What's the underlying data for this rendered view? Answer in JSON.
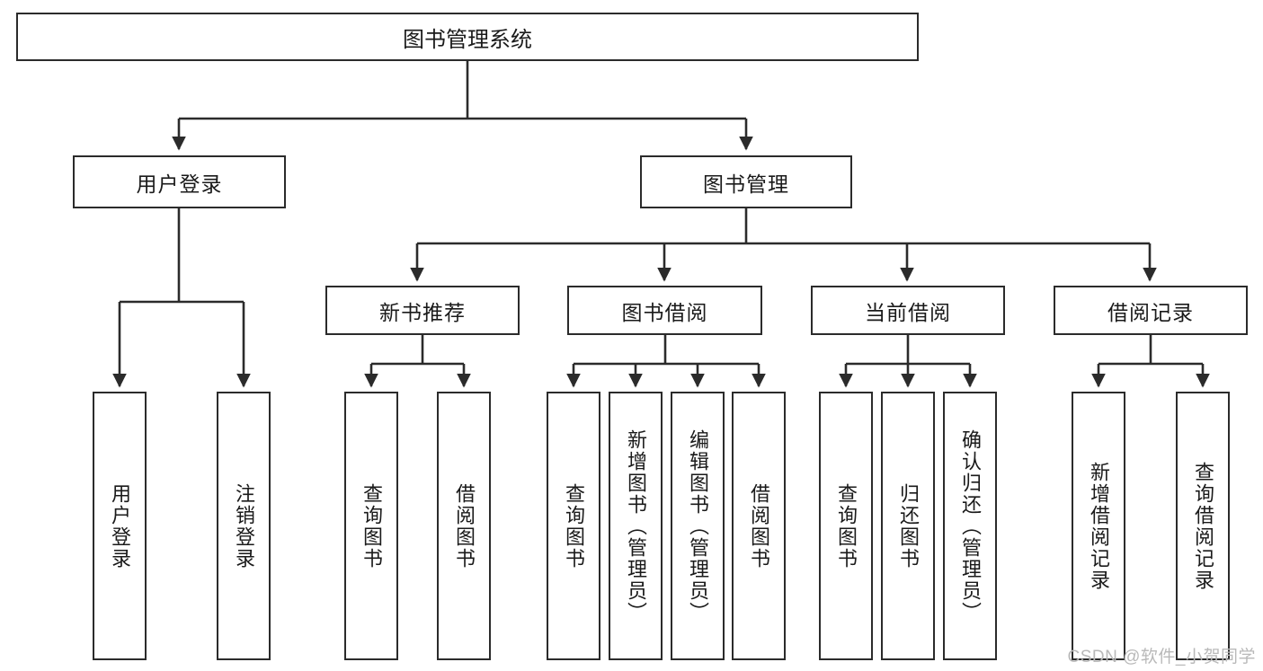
{
  "diagram": {
    "title": "图书管理系统",
    "type": "tree-hierarchy-diagram",
    "watermark": "CSDN @软件_小贺同学",
    "colors": {
      "border": "#2b2b2b",
      "background": "#ffffff",
      "text": "#1a1a1a",
      "watermark": "#b9b9b9"
    },
    "levels": {
      "root": {
        "label": "图书管理系统"
      },
      "level2": [
        {
          "label": "用户登录"
        },
        {
          "label": "图书管理"
        }
      ],
      "level3": [
        {
          "label": "新书推荐"
        },
        {
          "label": "图书借阅"
        },
        {
          "label": "当前借阅"
        },
        {
          "label": "借阅记录"
        }
      ],
      "leaves": {
        "user_login": [
          {
            "label": "用户登录"
          },
          {
            "label": "注销登录"
          }
        ],
        "new_book": [
          {
            "label": "查询图书"
          },
          {
            "label": "借阅图书"
          }
        ],
        "book_borrow": [
          {
            "label": "查询图书"
          },
          {
            "label": "新增图书（管理员）"
          },
          {
            "label": "编辑图书（管理员）"
          },
          {
            "label": "借阅图书"
          }
        ],
        "current_borrow": [
          {
            "label": "查询图书"
          },
          {
            "label": "归还图书"
          },
          {
            "label": "确认归还（管理员）"
          }
        ],
        "borrow_record": [
          {
            "label": "新增借阅记录"
          },
          {
            "label": "查询借阅记录"
          }
        ]
      }
    }
  }
}
